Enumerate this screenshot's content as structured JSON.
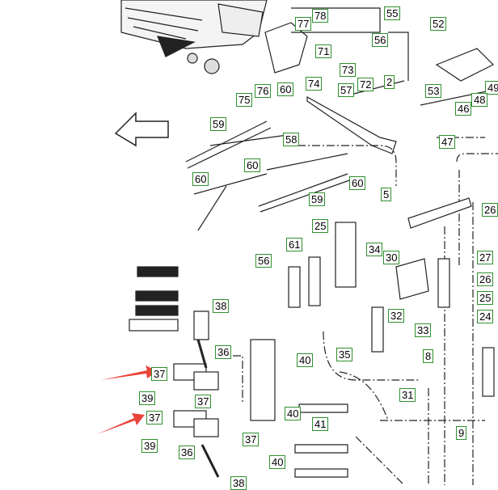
{
  "callouts": [
    {
      "id": "c78",
      "text": "78"
    },
    {
      "id": "c55",
      "text": "55"
    },
    {
      "id": "c52",
      "text": "52"
    },
    {
      "id": "c77",
      "text": "77"
    },
    {
      "id": "c56a",
      "text": "56"
    },
    {
      "id": "c71",
      "text": "71"
    },
    {
      "id": "c73",
      "text": "73"
    },
    {
      "id": "c72",
      "text": "72"
    },
    {
      "id": "c2",
      "text": "2"
    },
    {
      "id": "c53",
      "text": "53"
    },
    {
      "id": "c49",
      "text": "49"
    },
    {
      "id": "c74",
      "text": "74"
    },
    {
      "id": "c57",
      "text": "57"
    },
    {
      "id": "c76",
      "text": "76"
    },
    {
      "id": "c60a",
      "text": "60"
    },
    {
      "id": "c75",
      "text": "75"
    },
    {
      "id": "c48",
      "text": "48"
    },
    {
      "id": "c46",
      "text": "46"
    },
    {
      "id": "c47",
      "text": "47"
    },
    {
      "id": "c59a",
      "text": "59"
    },
    {
      "id": "c58",
      "text": "58"
    },
    {
      "id": "c60b",
      "text": "60"
    },
    {
      "id": "c60c",
      "text": "60"
    },
    {
      "id": "c60d",
      "text": "60"
    },
    {
      "id": "c5",
      "text": "5"
    },
    {
      "id": "c59b",
      "text": "59"
    },
    {
      "id": "c26a",
      "text": "26"
    },
    {
      "id": "c25a",
      "text": "25"
    },
    {
      "id": "c61",
      "text": "61"
    },
    {
      "id": "c56b",
      "text": "56"
    },
    {
      "id": "c34",
      "text": "34"
    },
    {
      "id": "c30",
      "text": "30"
    },
    {
      "id": "c27",
      "text": "27"
    },
    {
      "id": "c26b",
      "text": "26"
    },
    {
      "id": "c25b",
      "text": "25"
    },
    {
      "id": "c24",
      "text": "24"
    },
    {
      "id": "c32",
      "text": "32"
    },
    {
      "id": "c33",
      "text": "33"
    },
    {
      "id": "c38a",
      "text": "38"
    },
    {
      "id": "c36a",
      "text": "36"
    },
    {
      "id": "c35",
      "text": "35"
    },
    {
      "id": "c8",
      "text": "8"
    },
    {
      "id": "c40a",
      "text": "40"
    },
    {
      "id": "c37a",
      "text": "37"
    },
    {
      "id": "c37b",
      "text": "37"
    },
    {
      "id": "c39a",
      "text": "39"
    },
    {
      "id": "c40b",
      "text": "40"
    },
    {
      "id": "c31",
      "text": "31"
    },
    {
      "id": "c37c",
      "text": "37"
    },
    {
      "id": "c41",
      "text": "41"
    },
    {
      "id": "c9",
      "text": "9"
    },
    {
      "id": "c39b",
      "text": "39"
    },
    {
      "id": "c36b",
      "text": "36"
    },
    {
      "id": "c37d",
      "text": "37"
    },
    {
      "id": "c40c",
      "text": "40"
    },
    {
      "id": "c38b",
      "text": "38"
    }
  ],
  "colors": {
    "callout_border": "#2f8f2f",
    "arrow": "#e8443a",
    "line": "#222222"
  }
}
